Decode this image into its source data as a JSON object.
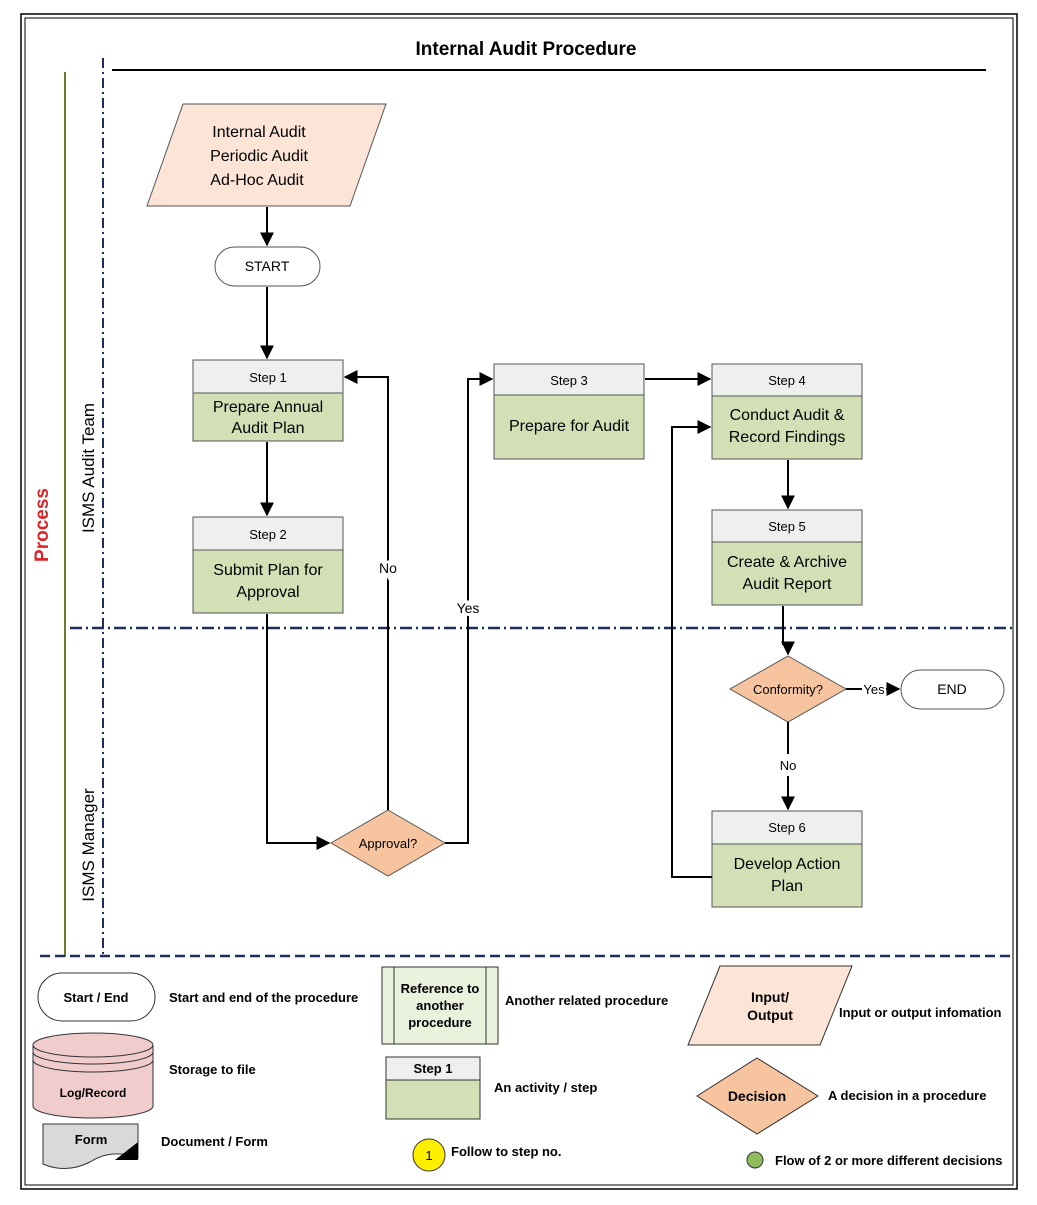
{
  "title": "Internal Audit Procedure",
  "process_label": "Process",
  "lanes": {
    "top": "ISMS Audit Team",
    "bottom": "ISMS Manager"
  },
  "input_box": {
    "lines": [
      "Internal Audit",
      "Periodic Audit",
      "Ad-Hoc Audit"
    ]
  },
  "start_label": "START",
  "end_label": "END",
  "steps": [
    {
      "header": "Step 1",
      "lines": [
        "Prepare Annual",
        "Audit Plan"
      ]
    },
    {
      "header": "Step 2",
      "lines": [
        "Submit Plan for",
        "Approval"
      ]
    },
    {
      "header": "Step 3",
      "lines": [
        "Prepare for Audit"
      ]
    },
    {
      "header": "Step 4",
      "lines": [
        "Conduct Audit &",
        "Record Findings"
      ]
    },
    {
      "header": "Step 5",
      "lines": [
        "Create & Archive",
        "Audit Report"
      ]
    },
    {
      "header": "Step 6",
      "lines": [
        "Develop Action",
        "Plan"
      ]
    }
  ],
  "decisions": {
    "approval": "Approval?",
    "conformity": "Conformity?"
  },
  "edge_labels": {
    "approval_no": "No",
    "approval_yes": "Yes",
    "conformity_yes": "Yes",
    "conformity_no": "No"
  },
  "legend": {
    "start_end": {
      "shape": "Start / End",
      "desc": "Start and end of the procedure"
    },
    "reference": {
      "shape_lines": [
        "Reference to",
        "another",
        "procedure"
      ],
      "desc": "Another related procedure"
    },
    "io": {
      "shape_lines": [
        "Input/",
        "Output"
      ],
      "desc": "Input or output infomation"
    },
    "storage": {
      "shape": "Log/Record",
      "desc": "Storage to file"
    },
    "step": {
      "shape": "Step 1",
      "desc": "An activity / step"
    },
    "decision": {
      "shape": "Decision",
      "desc": "A decision in a procedure"
    },
    "form": {
      "shape": "Form",
      "desc": "Document / Form"
    },
    "follow": {
      "shape": "1",
      "desc": "Follow to step no."
    },
    "flow": {
      "desc": "Flow of 2 or more different decisions"
    }
  },
  "colors": {
    "step_fill": "#d3e0b5",
    "step_header": "#efefef",
    "io_fill": "#fce5d6",
    "decision_fill": "#f6c49e",
    "lane_divider": "#1f2d5a",
    "process_red": "#d9262b",
    "storage_fill": "#f1cccd",
    "follow_fill": "#ffee00",
    "flow_dot": "#8fbc5a",
    "reference_fill": "#eaf1dd"
  }
}
